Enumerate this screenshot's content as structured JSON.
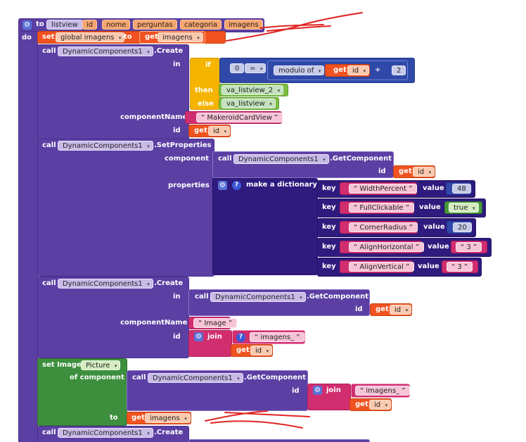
{
  "proc": {
    "to_label": "to",
    "name": "listview",
    "params": [
      "id",
      "nome",
      "perguntas",
      "categoria",
      "imagens"
    ]
  },
  "do_label": "do",
  "setvar": {
    "set": "set",
    "var": "global imagens",
    "to": "to",
    "get": "get",
    "getvar": "imagens"
  },
  "call_label": "call",
  "component": "DynamicComponents1",
  "methods": {
    "create": ".Create",
    "setprops": ".SetProperties",
    "getcomp": ".GetComponent"
  },
  "sockets": {
    "in": "in",
    "componentName": "componentName",
    "id": "id",
    "component": "component",
    "properties": "properties",
    "of_component": "of component",
    "to": "to"
  },
  "ifblock": {
    "if": "if",
    "then": "then",
    "else": "else",
    "zero": "0",
    "op": "=",
    "modulo": "modulo of",
    "div": "÷",
    "two": "2",
    "then_val": "va_listview_2",
    "else_val": "va_listview"
  },
  "get_label": "get",
  "get_id": "id",
  "get_imagens": "imagens",
  "card_type": "MakeroidCardView",
  "dict": {
    "label": "make a dictionary",
    "key": "key",
    "value": "value",
    "pairs": [
      {
        "k": "WidthPercent",
        "v": "48"
      },
      {
        "k": "FullClickable",
        "v": "true"
      },
      {
        "k": "CornerRadius",
        "v": "20"
      },
      {
        "k": "AlignHorizontal",
        "v": "3"
      },
      {
        "k": "AlignVertical",
        "v": "3"
      }
    ]
  },
  "image_type": "Image",
  "join_label": "join",
  "join_str": "imagens_",
  "setimage": {
    "set": "set Image.",
    "prop": "Picture"
  }
}
